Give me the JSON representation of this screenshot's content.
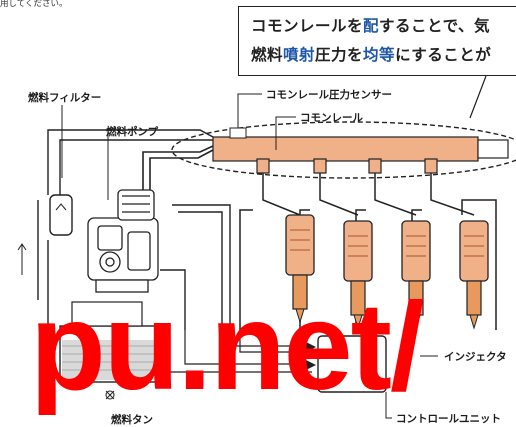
{
  "note_fragment": "用してください。",
  "callout": {
    "line1_parts": [
      "コモンレールを",
      "配",
      "することで、気"
    ],
    "line2_parts": [
      "燃料",
      "噴射",
      "圧力を",
      "均等",
      "にすることが"
    ]
  },
  "labels": {
    "fuel_filter": "燃料フィルター",
    "fuel_pump": "燃料ポンプ",
    "pressure_sensor": "コモンレール圧力センサー",
    "common_rail": "コモンレール",
    "injector": "インジェクタ",
    "fuel_tank": "燃料タン",
    "control_unit": "コントロールユニット"
  },
  "watermark": "pu.net/",
  "colors": {
    "rail": "#f0b088",
    "nozzle": "#e89a5e",
    "line": "#1a1a1a",
    "highlight": "#1f57a8",
    "watermark": "#ff0000",
    "tank_fill": "#d9d9d9"
  }
}
